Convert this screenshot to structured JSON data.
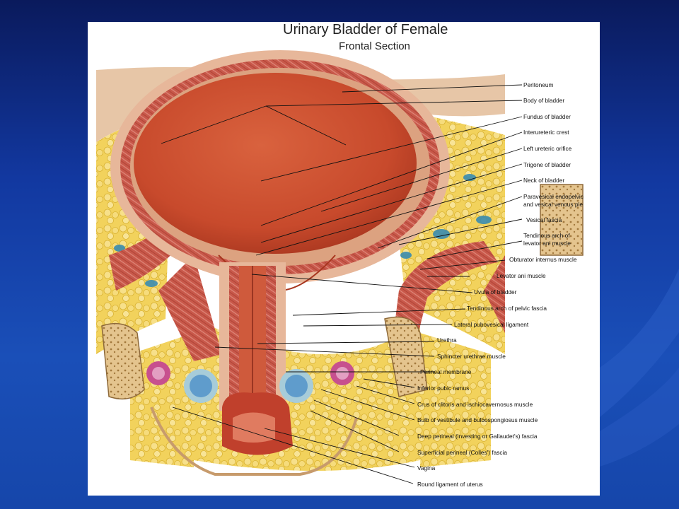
{
  "slide": {
    "title": "Urinary Bladder of Female",
    "subtitle": "Frontal Section"
  },
  "labels": [
    {
      "text": "Peritoneum"
    },
    {
      "text": "Body of bladder"
    },
    {
      "text": "Fundus of bladder"
    },
    {
      "text": "Interureteric crest"
    },
    {
      "text": "Left ureteric orifice"
    },
    {
      "text": "Trigone of bladder"
    },
    {
      "text": "Neck of bladder"
    },
    {
      "text": "Paravesical endopelvic"
    },
    {
      "text": "and vesical venous ple"
    },
    {
      "text": "Vesical fascia"
    },
    {
      "text": "Tendinous arch of"
    },
    {
      "text": "levator ani  muscle"
    },
    {
      "text": "Obturator internus muscle"
    },
    {
      "text": "Levator ani muscle"
    },
    {
      "text": "Uvula of bladder"
    },
    {
      "text": "Tendinous arch of pelvic fascia"
    },
    {
      "text": "Lateral pubovesical ligament"
    },
    {
      "text": "Urethra"
    },
    {
      "text": "Sphincter urethrae muscle"
    },
    {
      "text": "Perineal membrane"
    },
    {
      "text": "Inferior pubic ramus"
    },
    {
      "text": "Crus of clitoris and ischiocavernosus muscle"
    },
    {
      "text": "Bulb of vestibule and bulbospongiosus muscle"
    },
    {
      "text": "Deep perineal (investing or Gallaudet's) fascia"
    },
    {
      "text": "Superficial perineal (Colles') fascia"
    },
    {
      "text": "Vagina"
    },
    {
      "text": "Round ligament of uterus"
    }
  ]
}
